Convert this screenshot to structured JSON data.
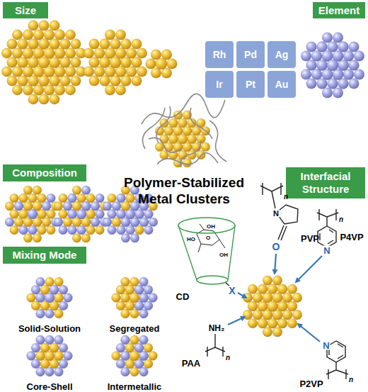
{
  "diagram": {
    "title": "Polymer-Stabilized Metal Clusters",
    "nodes": [
      {
        "text": [
          "Size"
        ]
      },
      {
        "text": [
          "Element"
        ]
      },
      {
        "text": [
          "Rh"
        ]
      },
      {
        "text": [
          "Pd"
        ]
      },
      {
        "text": [
          "Ag"
        ]
      },
      {
        "text": [
          "Ir"
        ]
      },
      {
        "text": [
          "Pt"
        ]
      },
      {
        "text": [
          "Au"
        ]
      },
      {
        "text": [
          "Composition"
        ]
      },
      {
        "text": [
          "Interfacial Structure"
        ]
      },
      {
        "text": [
          "Mixing Mode"
        ]
      }
    ],
    "labels": [
      "Solid-Solution",
      "Segregated",
      "Core-Shell",
      "Intermetallic",
      "CD",
      "X",
      "O",
      "PVP",
      "N",
      "P4VP",
      "N",
      "NH₂",
      "PAA",
      "N",
      "P2VP",
      "n",
      "n",
      "n",
      "n",
      "HO",
      "OH",
      "OH",
      "O"
    ]
  }
}
